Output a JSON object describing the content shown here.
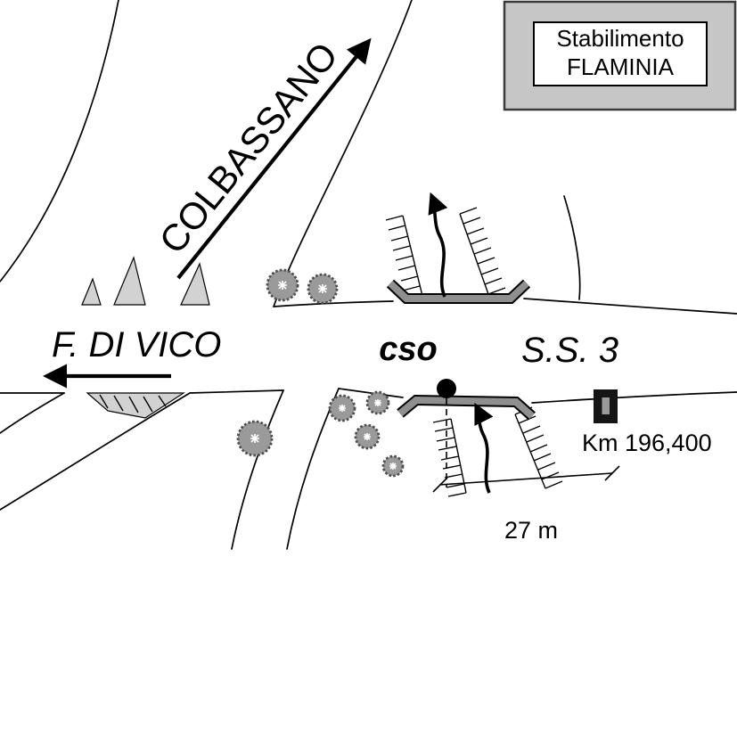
{
  "map": {
    "title_box": {
      "line1": "Stabilimento",
      "line2": "FLAMINIA"
    },
    "roads": {
      "colbassano": "COLBASSANO",
      "f_di_vico": "F. DI VICO",
      "ss3": "S.S. 3"
    },
    "crossing": {
      "label": "cso"
    },
    "annotations": {
      "km_marker": "Km 196,400",
      "span": "27 m"
    },
    "colors": {
      "title_box_fill": "#c6c6c6",
      "parapet_gray": "#8f8f8f",
      "island_gray": "#d2d2d2",
      "vegetation_gray": "#9a9a9a"
    }
  }
}
